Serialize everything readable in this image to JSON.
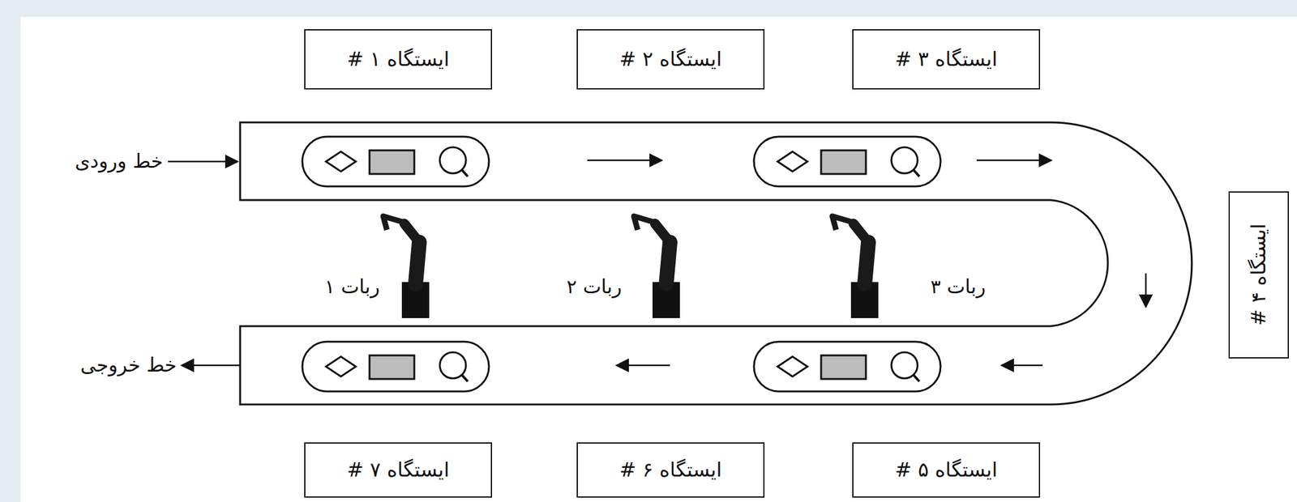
{
  "diagram": {
    "nodes": [
      {
        "text": [
          "ایستگاه ۱ #"
        ]
      },
      {
        "text": [
          "ایستگاه ۲ #"
        ]
      },
      {
        "text": [
          "ایستگاه ۳ #"
        ]
      },
      {
        "text": [
          "ایستگاه ۴ #"
        ]
      },
      {
        "text": [
          "ایستگاه ۵ #"
        ]
      },
      {
        "text": [
          "ایستگاه ۶ #"
        ]
      },
      {
        "text": [
          "ایستگاه ۷ #"
        ]
      }
    ],
    "labels": [
      "خط ورودی",
      "خط خروجی",
      "ربات ۱",
      "ربات ۲",
      "ربات ۳"
    ]
  }
}
